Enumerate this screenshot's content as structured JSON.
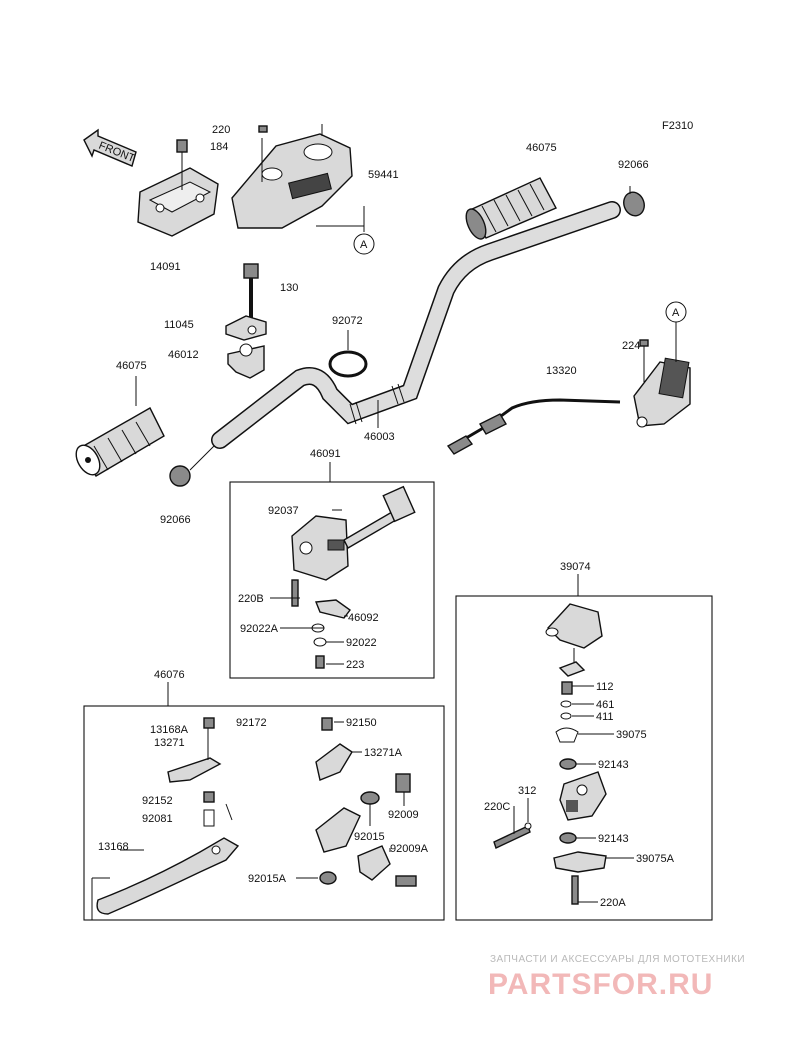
{
  "diagram_code": "F2310",
  "front_label": "FRONT",
  "callout_letter": "A",
  "parts": {
    "p220": "220",
    "p184": "184",
    "p59441": "59441",
    "p14091": "14091",
    "p46075_top": "46075",
    "p92066_top": "92066",
    "p130": "130",
    "p11045": "11045",
    "p46012": "46012",
    "p92072": "92072",
    "p46075_left": "46075",
    "p46003": "46003",
    "p224": "224",
    "p13320": "13320",
    "p92066_left": "92066",
    "p46091": "46091",
    "p92037": "92037",
    "p220B": "220B",
    "p46092": "46092",
    "p92022A": "92022A",
    "p92022": "92022",
    "p223": "223",
    "p39074": "39074",
    "p112": "112",
    "p461": "461",
    "p411": "411",
    "p39075": "39075",
    "p92143_a": "92143",
    "p312": "312",
    "p220C": "220C",
    "p92143_b": "92143",
    "p39075A": "39075A",
    "p220A": "220A",
    "p46076": "46076",
    "p13168A": "13168A",
    "p13271": "13271",
    "p92172": "92172",
    "p92150": "92150",
    "p13271A": "13271A",
    "p92152": "92152",
    "p92081": "92081",
    "p92009": "92009",
    "p92015": "92015",
    "p92009A": "92009A",
    "p13168": "13168",
    "p92015A": "92015A"
  },
  "watermark": {
    "tagline": "ЗАПЧАСТИ И АКСЕССУАРЫ ДЛЯ МОТОТЕХНИКИ",
    "logo": "PARTSFOR.RU"
  }
}
